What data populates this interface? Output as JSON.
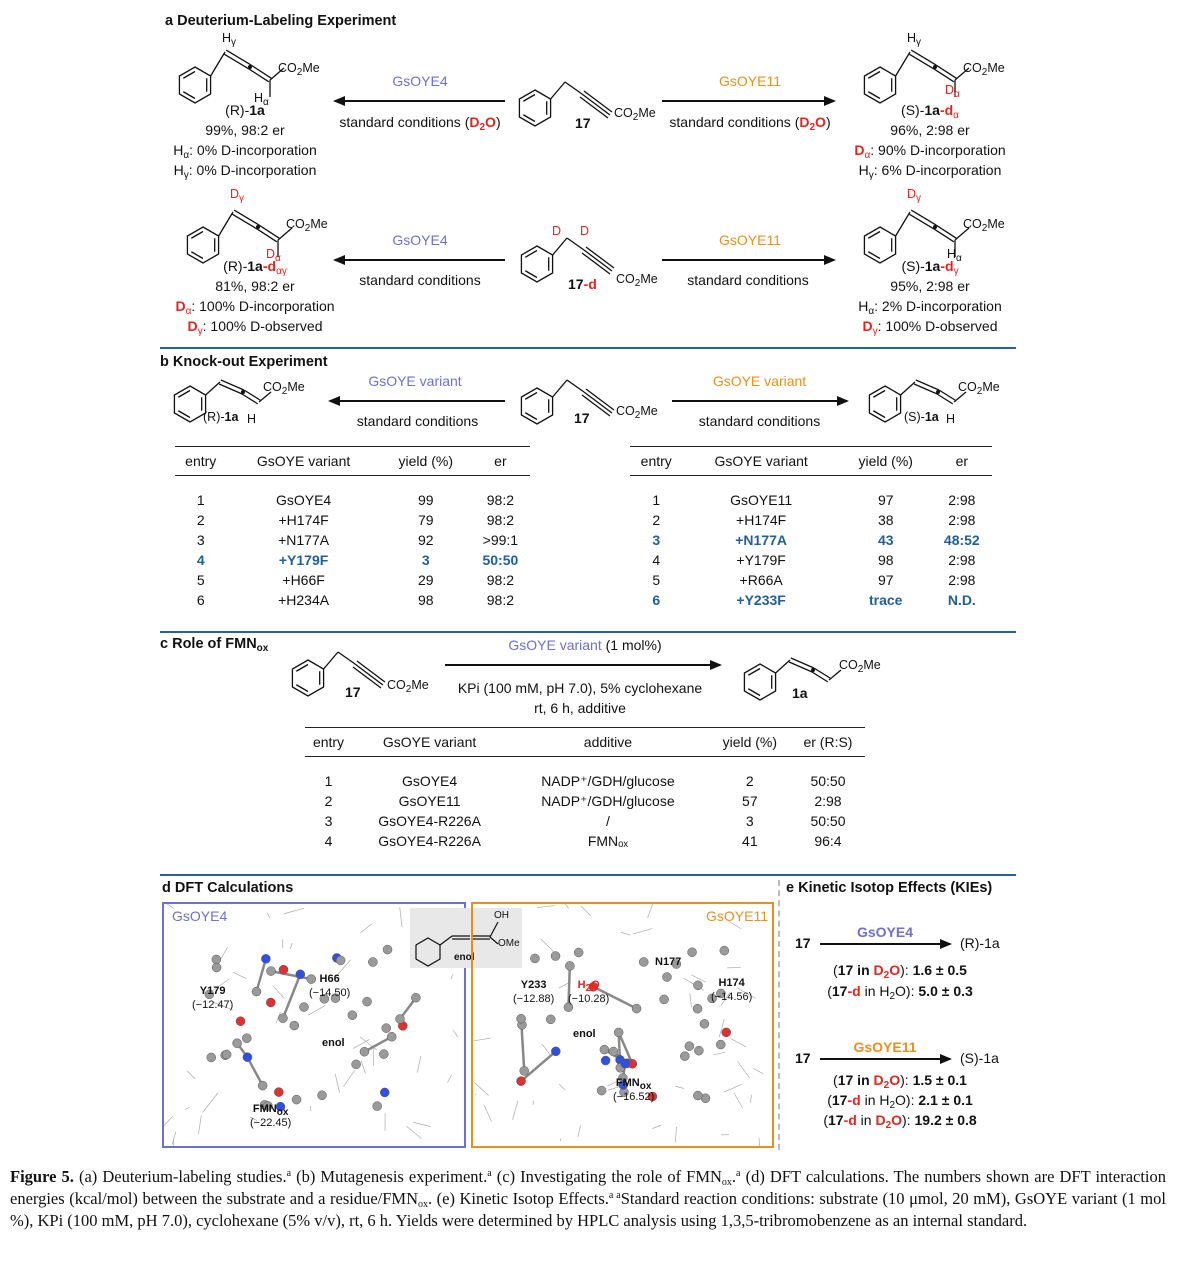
{
  "colors": {
    "gsoye4": "#6b6fd6",
    "gsoye11": "#e8901c",
    "deuterium": "#e8221c",
    "highlight": "#1f5fa0",
    "rule": "#2a5fa0"
  },
  "a": {
    "title": "a Deuterium-Labeling Experiment",
    "r1": {
      "left": {
        "hg": [
          "H",
          "γ"
        ],
        "co2me": [
          "CO",
          "2",
          "Me"
        ],
        "ha": [
          "H",
          "α"
        ],
        "name": [
          "(R)-",
          "1a"
        ],
        "result": "99%, 98:2 er",
        "n1": [
          "H",
          "α",
          ": 0% D-incorporation"
        ],
        "n2": [
          "H",
          "γ",
          ": 0% D-incorporation"
        ]
      },
      "enz_left": "GsOYE4",
      "cond_left": [
        "standard conditions (",
        "D",
        "2",
        "O",
        ")"
      ],
      "sub": {
        "name": "17",
        "co2me": [
          "CO",
          "2",
          "Me"
        ]
      },
      "enz_right": "GsOYE11",
      "cond_right": [
        "standard conditions (",
        "D",
        "2",
        "O",
        ")"
      ],
      "right": {
        "hg": [
          "H",
          "γ"
        ],
        "co2me": [
          "CO",
          "2",
          "Me"
        ],
        "da": [
          "D",
          "α"
        ],
        "name": [
          "(S)-",
          "1a",
          "-d",
          "α"
        ],
        "result": "96%, 2:98 er",
        "n1": [
          "D",
          "α",
          ": 90% D-incorporation"
        ],
        "n2": [
          "H",
          "γ",
          ": 6% D-incorporation"
        ]
      }
    },
    "r2": {
      "left": {
        "dg": [
          "D",
          "γ"
        ],
        "co2me": [
          "CO",
          "2",
          "Me"
        ],
        "da": [
          "D",
          "α"
        ],
        "name": [
          "(R)-",
          "1a",
          "-d",
          "αγ"
        ],
        "result": "81%, 98:2 er",
        "n1": [
          "D",
          "α",
          ": 100% D-incorporation"
        ],
        "n2": [
          "D",
          "γ",
          ": 100% D-observed"
        ]
      },
      "enz_left": "GsOYE4",
      "cond_left": "standard conditions",
      "sub": {
        "d1": "D",
        "d2": "D",
        "name": [
          "17",
          "-d"
        ],
        "co2me": [
          "CO",
          "2",
          "Me"
        ]
      },
      "enz_right": "GsOYE11",
      "cond_right": "standard conditions",
      "right": {
        "dg": [
          "D",
          "γ"
        ],
        "co2me": [
          "CO",
          "2",
          "Me"
        ],
        "ha": [
          "H",
          "α"
        ],
        "name": [
          "(S)-",
          "1a",
          "-d",
          "γ"
        ],
        "result": "95%, 2:98 er",
        "n1": [
          "H",
          "α",
          ": 2% D-incorporation"
        ],
        "n2": [
          "D",
          "γ",
          ": 100% D-observed"
        ]
      }
    }
  },
  "b": {
    "title": "b Knock-out Experiment",
    "left_product": {
      "name": [
        "(R)-",
        "1a"
      ],
      "h": "H",
      "co2me": [
        "CO",
        "2",
        "Me"
      ]
    },
    "enz_left": "GsOYE variant",
    "cond_left": "standard conditions",
    "sub": {
      "name": "17",
      "co2me": [
        "CO",
        "2",
        "Me"
      ]
    },
    "enz_right": "GsOYE variant",
    "cond_right": "standard conditions",
    "right_product": {
      "name": [
        "(S)-",
        "1a"
      ],
      "h": "H",
      "co2me": [
        "CO",
        "2",
        "Me"
      ]
    },
    "headers": [
      "entry",
      "GsOYE variant",
      "yield (%)",
      "er"
    ],
    "left_rows": [
      {
        "entry": "1",
        "variant": "GsOYE4",
        "yield": "99",
        "er": "98:2"
      },
      {
        "entry": "2",
        "variant": "+H174F",
        "yield": "79",
        "er": "98:2"
      },
      {
        "entry": "3",
        "variant": "+N177A",
        "yield": "92",
        "er": ">99:1"
      },
      {
        "entry": "4",
        "variant": "+Y179F",
        "yield": "3",
        "er": "50:50",
        "highlight": true
      },
      {
        "entry": "5",
        "variant": "+H66F",
        "yield": "29",
        "er": "98:2"
      },
      {
        "entry": "6",
        "variant": "+H234A",
        "yield": "98",
        "er": "98:2"
      }
    ],
    "right_rows": [
      {
        "entry": "1",
        "variant": "GsOYE11",
        "yield": "97",
        "er": "2:98"
      },
      {
        "entry": "2",
        "variant": "+H174F",
        "yield": "38",
        "er": "2:98"
      },
      {
        "entry": "3",
        "variant": "+N177A",
        "yield": "43",
        "er": "48:52",
        "highlight": true
      },
      {
        "entry": "4",
        "variant": "+Y179F",
        "yield": "98",
        "er": "2:98"
      },
      {
        "entry": "5",
        "variant": "+R66A",
        "yield": "97",
        "er": "2:98"
      },
      {
        "entry": "6",
        "variant": "+Y233F",
        "yield": "trace",
        "er": "N.D.",
        "highlight": true
      }
    ]
  },
  "c": {
    "title": [
      "c Role of FMN",
      "ox"
    ],
    "sub": {
      "name": "17",
      "co2me": [
        "CO",
        "2",
        "Me"
      ]
    },
    "cond_top": [
      "GsOYE variant",
      " (1 mol%)"
    ],
    "cond_bottom1": "KPi (100 mM, pH 7.0), 5% cyclohexane",
    "cond_bottom2": "rt, 6 h, additive",
    "product": {
      "name": "1a",
      "co2me": [
        "CO",
        "2",
        "Me"
      ]
    },
    "headers": [
      "entry",
      "GsOYE variant",
      "additive",
      "yield (%)",
      "er (R:S)"
    ],
    "rows": [
      {
        "entry": "1",
        "variant": "GsOYE4",
        "additive": "NADP⁺/GDH/glucose",
        "yield": "2",
        "er": "50:50"
      },
      {
        "entry": "2",
        "variant": "GsOYE11",
        "additive": "NADP⁺/GDH/glucose",
        "yield": "57",
        "er": "2:98"
      },
      {
        "entry": "3",
        "variant": "GsOYE4-R226A",
        "additive": "/",
        "yield": "3",
        "er": "50:50"
      },
      {
        "entry": "4",
        "variant": "GsOYE4-R226A",
        "additive": "FMNₒₓ",
        "yield": "41",
        "er": "96:4"
      }
    ]
  },
  "d": {
    "title": "d DFT Calculations",
    "left": {
      "label": "GsOYE4",
      "y179": "Y179",
      "y179_e": "(−12.47)",
      "h66": "H66",
      "h66_e": "(−14.50)",
      "enol": "enol",
      "fmn": [
        "FMN",
        "ox"
      ],
      "fmn_e": "(−22.45)"
    },
    "inset": {
      "oh": "OH",
      "ome": "OMe",
      "enol": "enol"
    },
    "right": {
      "label": "GsOYE11",
      "n177": "N177",
      "y233": "Y233",
      "y233_e": "(−12.88)",
      "h2o": [
        "H",
        "2",
        "O"
      ],
      "h2o_e": "(−10.28)",
      "h174": "H174",
      "h174_e": "(−14.56)",
      "enol": "enol",
      "fmn": [
        "FMN",
        "ox"
      ],
      "fmn_e": "(−16.52)"
    }
  },
  "e": {
    "title": "e Kinetic Isotop Effects (KIEs)",
    "r1": {
      "sub": "17",
      "enz": "GsOYE4",
      "prod": "(R)-1a",
      "l1": [
        "(",
        "17",
        " in ",
        "D",
        "2",
        "O",
        "): ",
        "1.6 ± 0.5"
      ],
      "l2": [
        "(",
        "17",
        "-d",
        " in H",
        "2",
        "O): ",
        "5.0 ± 0.3"
      ]
    },
    "r2": {
      "sub": "17",
      "enz": "GsOYE11",
      "prod": "(S)-1a",
      "l1": [
        "(",
        "17",
        " in ",
        "D",
        "2",
        "O",
        "): ",
        "1.5 ± 0.1"
      ],
      "l2": [
        "(",
        "17",
        "-d",
        " in H",
        "2",
        "O): ",
        "2.1 ± 0.1"
      ],
      "l3": [
        "(",
        "17",
        "-d",
        " in ",
        "D",
        "2",
        "O",
        "): ",
        "19.2 ± 0.8"
      ]
    }
  },
  "caption": {
    "label": "Figure 5.",
    "s1": " (a) Deuterium-labeling studies.",
    "a1": "a",
    "s2": " (b) Mutagenesis experiment.",
    "a2": "a",
    "s3": " (c) Investigating the role of FMN",
    "ox1": "ox",
    ".": "",
    "a3": "a",
    "s4": " (d) DFT calculations. The numbers shown are DFT interaction energies (kcal/mol) between the substrate and a residue/FMN",
    "ox2": "ox",
    "s5": ". (e) Kinetic Isotop Effects.",
    "a4": "a a",
    "s6": "Standard reaction conditions: substrate (10 μmol, 20 mM), GsOYE variant (1 mol %), KPi (100 mM, pH 7.0), cyclohexane (5% v/v), rt, 6 h. Yields were determined by HPLC analysis using 1,3,5-tribromobenzene as an internal standard."
  }
}
